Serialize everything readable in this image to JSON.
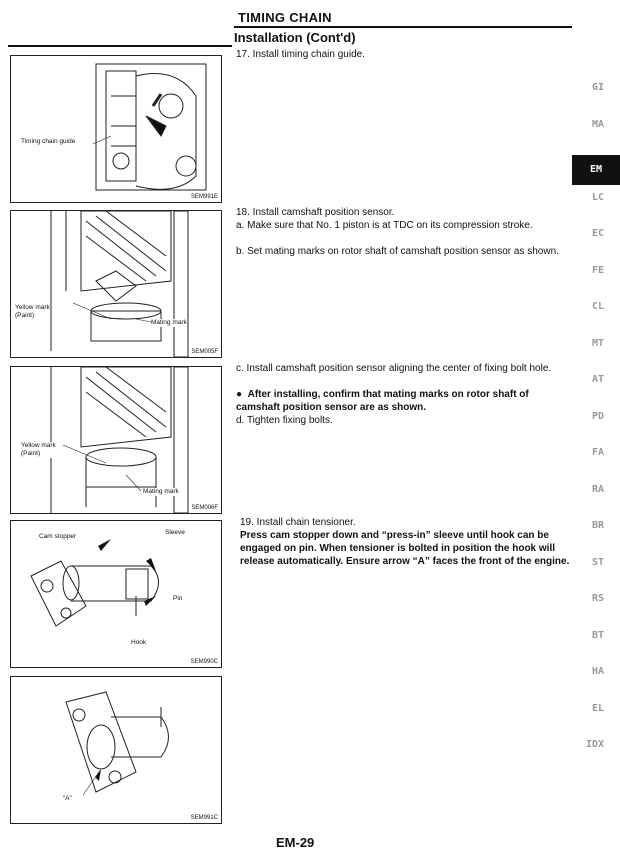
{
  "header": {
    "title": "TIMING CHAIN",
    "section": "Installation (Cont'd)"
  },
  "steps": {
    "s17": "17. Install timing chain guide.",
    "s18": "18. Install camshaft position sensor.",
    "s18a": "a.  Make sure that No. 1 piston is at TDC on its compression stroke.",
    "s18b": "b.  Set mating marks on rotor shaft of camshaft position sensor as shown.",
    "s18c": "c.  Install camshaft position sensor aligning the center of fixing bolt hole.",
    "s18note": "After installing, confirm that mating marks on rotor shaft of camshaft position sensor are as shown.",
    "s18d": "d.  Tighten fixing bolts.",
    "s19": "19. Install chain tensioner.",
    "s19note": "Press cam stopper down and “press-in” sleeve until hook can be engaged on pin. When tensioner is bolted in position the hook will release automatically. Ensure arrow “A” faces the front of the engine."
  },
  "figures": {
    "f1": {
      "label": "Timing chain guide",
      "code": "SEM991E"
    },
    "f2": {
      "label1": "Yellow mark\n(Paint)",
      "label2": "Mating mark",
      "code": "SEM005F"
    },
    "f3": {
      "label1": "Yellow mark\n(Paint)",
      "label2": "Mating mark",
      "code": "SEM006F"
    },
    "f4": {
      "label1": "Cam stopper",
      "label2": "Sleeve",
      "label3": "Pin",
      "label4": "Hook",
      "code": "SEM990C"
    },
    "f5": {
      "label1": "“A”",
      "code": "SEM991C"
    }
  },
  "tabs": [
    "GI",
    "MA",
    "EM",
    "LC",
    "EC",
    "FE",
    "CL",
    "MT",
    "AT",
    "PD",
    "FA",
    "RA",
    "BR",
    "ST",
    "RS",
    "BT",
    "HA",
    "EL",
    "IDX"
  ],
  "active_tab": "EM",
  "footer": {
    "page": "EM-29"
  }
}
